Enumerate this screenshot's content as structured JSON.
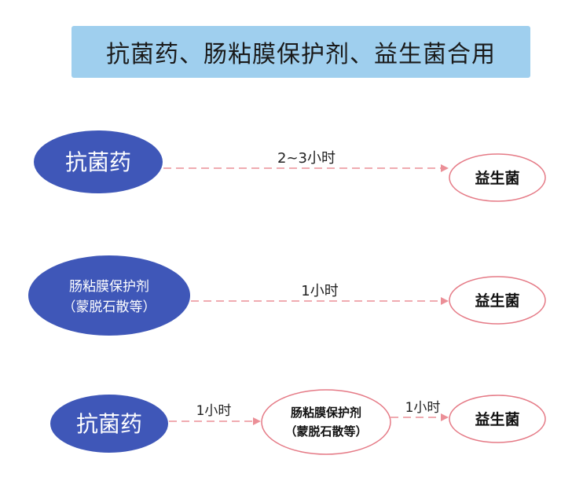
{
  "title": "抗菌药、肠粘膜保护剂、益生菌合用",
  "colors": {
    "title_bg": "#9fcfee",
    "filled_node": "#3f57b8",
    "outline_node": "#e57a86",
    "arrow": "#eb8f97"
  },
  "rows": [
    {
      "source": {
        "lines": [
          "抗菌药"
        ]
      },
      "edge_label": "2~3小时",
      "target": {
        "lines": [
          "益生菌"
        ]
      }
    },
    {
      "source": {
        "lines": [
          "肠粘膜保护剂",
          "（蒙脱石散等）"
        ]
      },
      "edge_label": "1小时",
      "target": {
        "lines": [
          "益生菌"
        ]
      }
    },
    {
      "source": {
        "lines": [
          "抗菌药"
        ]
      },
      "edge1_label": "1小时",
      "middle": {
        "lines": [
          "肠粘膜保护剂",
          "（蒙脱石散等）"
        ]
      },
      "edge2_label": "1小时",
      "target": {
        "lines": [
          "益生菌"
        ]
      }
    }
  ]
}
